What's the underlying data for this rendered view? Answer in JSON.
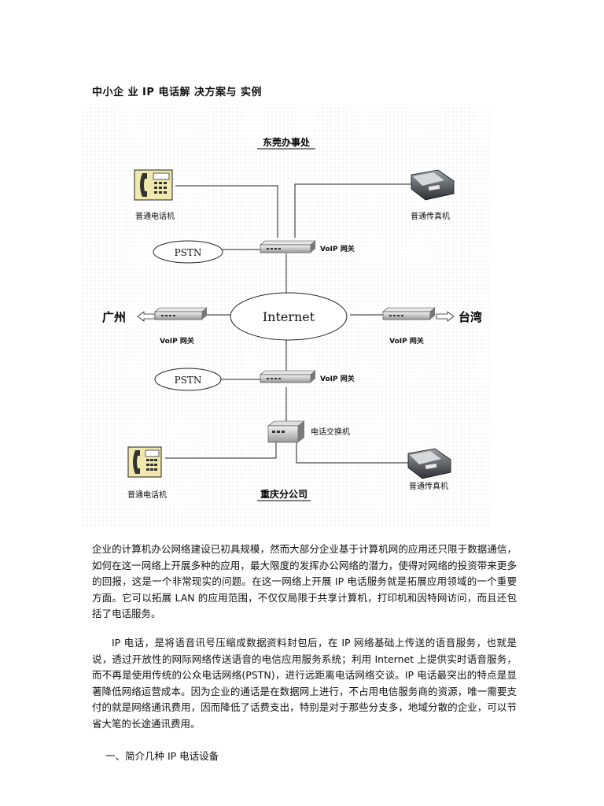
{
  "title": "中小企 业 IP 电话解 决方案与 实例",
  "diagram": {
    "top_title": "东莞办事处",
    "bottom_title": "重庆分公司",
    "phone_top_label": "普通电话机",
    "fax_top_label": "普通传真机",
    "pstn_top": "PSTN",
    "pstn_bottom": "PSTN",
    "gateway_top_label": "VoIP 网关",
    "gateway_left_label": "VoIP 网关",
    "gateway_right_label": "VoIP 网关",
    "gateway_bottom_label": "VoIP 网关",
    "internet": "Internet",
    "city_left": "广州",
    "city_right": "台湾",
    "pbx_label": "电话交换机",
    "phone_bottom_label": "普通电话机",
    "fax_bottom_label": "普通传真机"
  },
  "paragraphs": [
    "企业的计算机办公网络建设已初具规模，然而大部分企业基于计算机网的应用还只限于数据通信，如何在这一网络上开展多种的应用，最大限度的发挥办公网络的潜力，使得对网络的投资带来更多的回报，这是一个非常现实的问题。在这一网络上开展 IP 电话服务就是拓展应用领域的一个重要方面。它可以拓展 LAN 的应用范围，不仅仅局限于共享计算机，打印机和因特网访问，而且还包括了电话服务。",
    "IP 电话，是将语音讯号压缩成数据资料封包后，在 IP 网络基础上传送的语音服务，也就是说，透过开放性的网际网络传送语音的电信应用服务系统；利用 Internet 上提供实时语音服务，而不再是使用传统的公众电话网络(PSTN)，进行远距离电话网络交谈。IP 电话最突出的特点是显著降低网络运营成本。因为企业的通话是在数据网上进行，不占用电信服务商的资源，唯一需要支付的就是网络通讯费用，因而降低了话费支出，特别是对于那些分支多，地域分散的企业，可以节省大笔的长途通讯费用。"
  ],
  "section_heading": "一、简介几种 IP 电话设备"
}
